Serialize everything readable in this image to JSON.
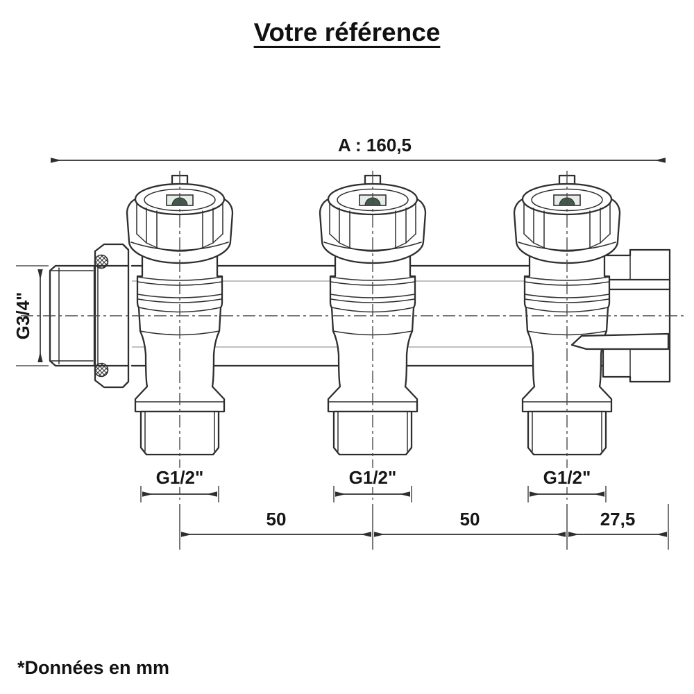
{
  "title": "Votre référence",
  "footnote": "*Données en mm",
  "units": "mm",
  "dimensions": {
    "overall": {
      "name": "A",
      "value": "160,5",
      "label": "A : 160,5"
    },
    "inlet": {
      "label": "G3/4\""
    },
    "outlets": {
      "labels": [
        "G1/2\"",
        "G1/2\"",
        "G1/2\""
      ]
    },
    "spacings": {
      "labels": [
        "50",
        "50",
        "27,5"
      ]
    }
  },
  "drawing": {
    "valve_count": 3,
    "colors": {
      "line": "#2e2e2e",
      "dimension": "#2e2e2e",
      "centerline": "#4a4a4a",
      "slot_green": "#44584c",
      "background": "#ffffff"
    }
  }
}
